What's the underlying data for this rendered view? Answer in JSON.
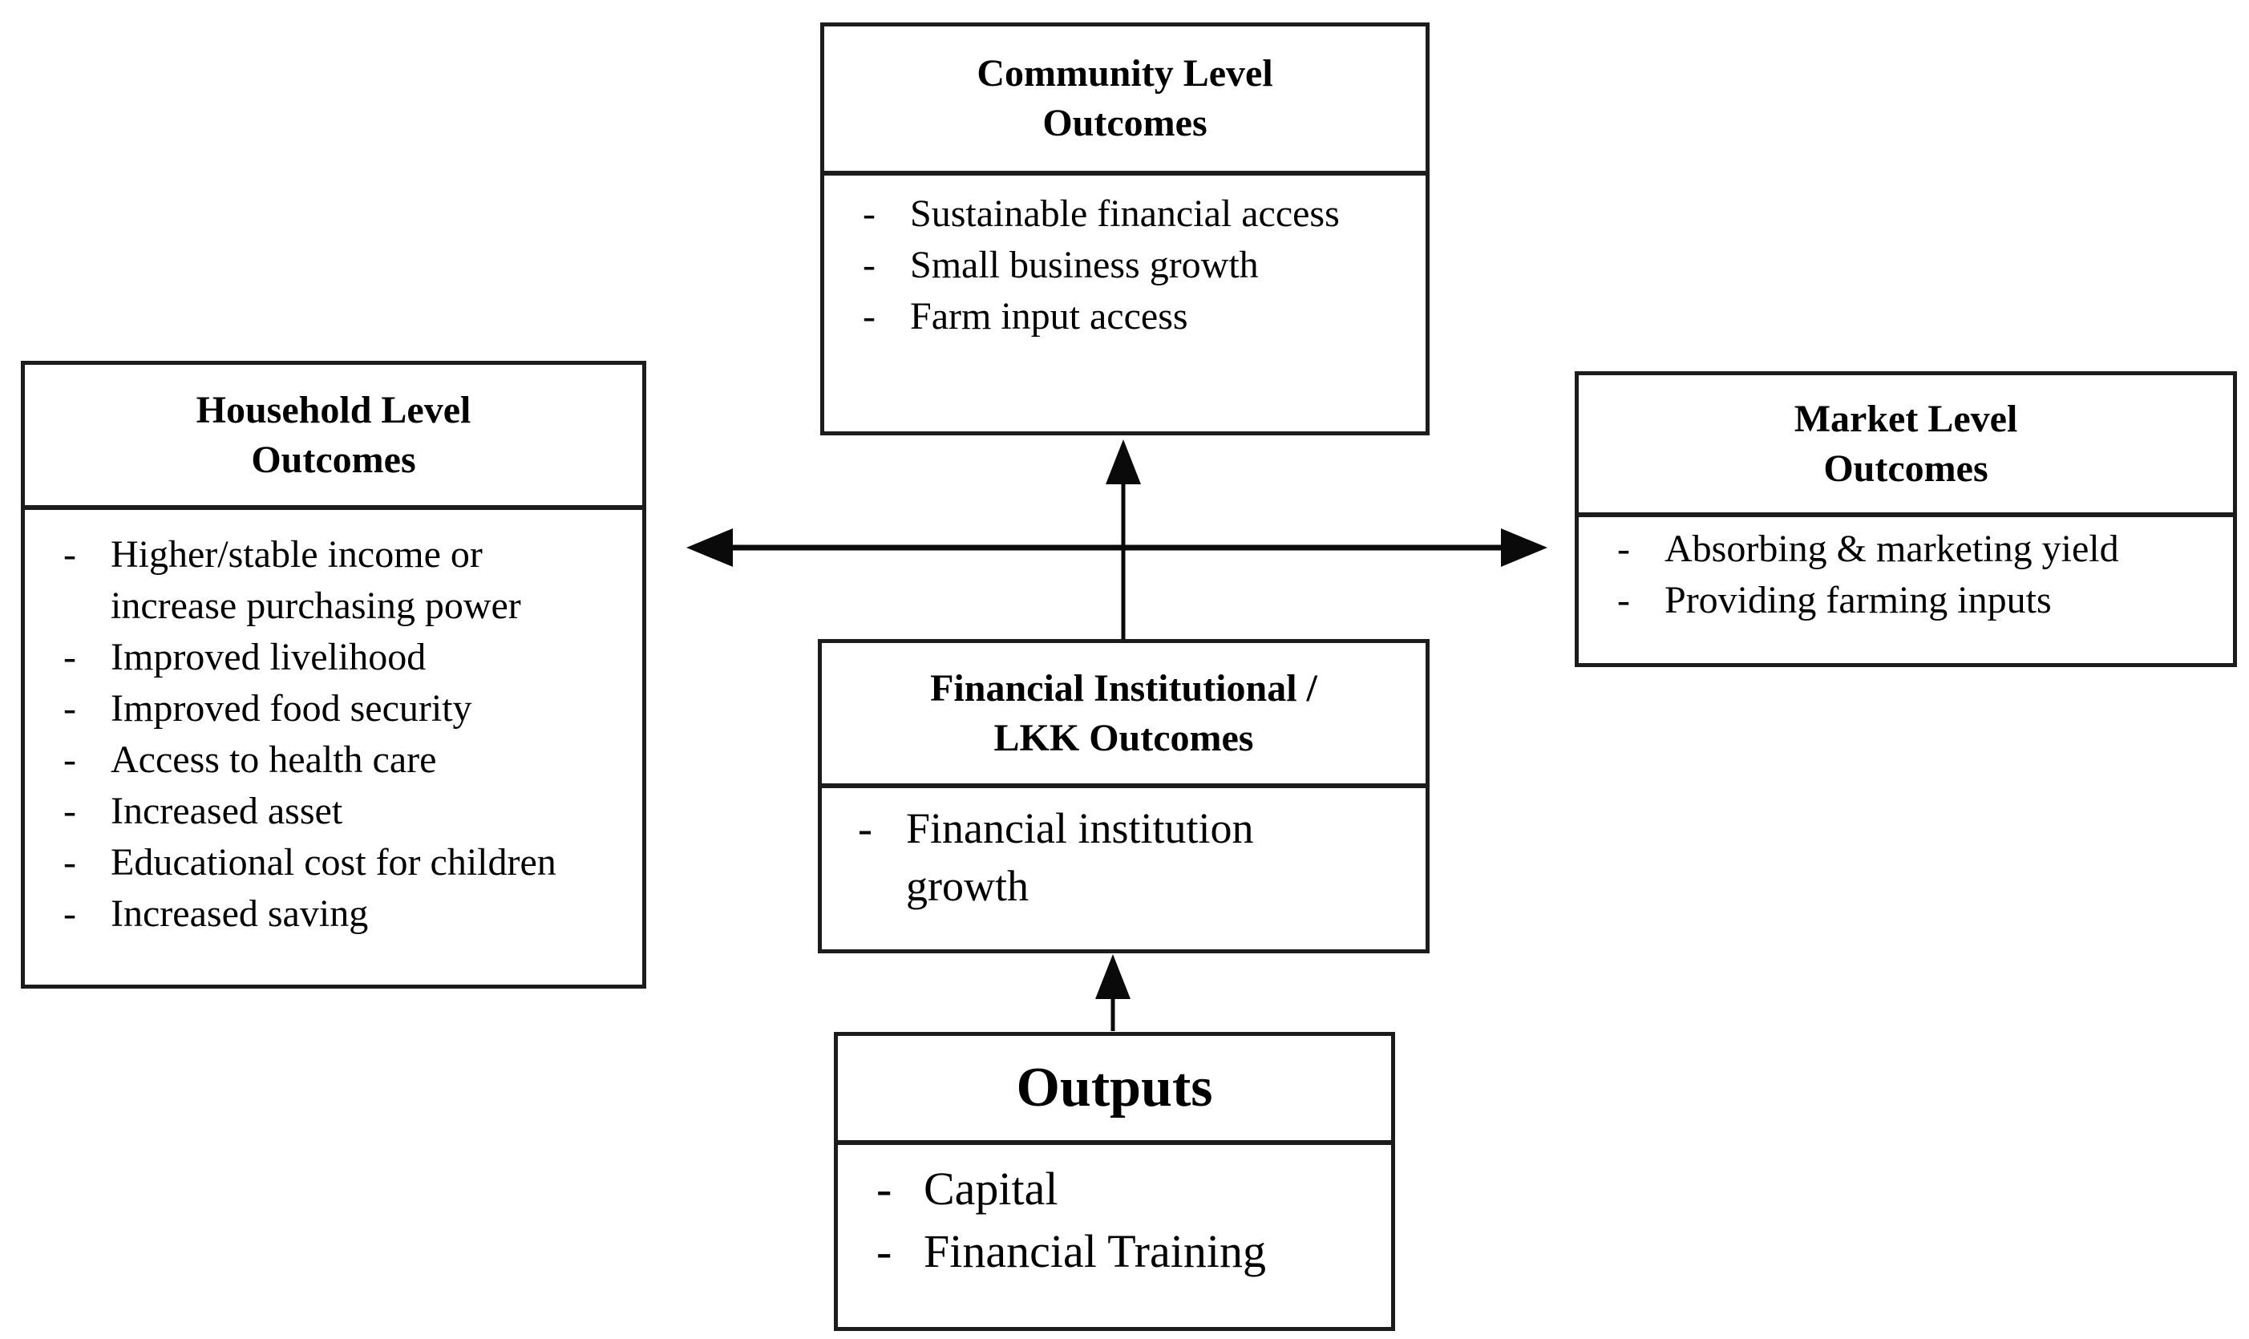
{
  "diagram": {
    "background_color": "#ffffff",
    "border_color": "#1c1c1c",
    "text_color": "#000000",
    "arrow_color": "#0a0a0a",
    "bullet_marker": "-",
    "boxes": {
      "community": {
        "title": "Community Level\nOutcomes",
        "items": [
          "Sustainable financial access",
          "Small business growth",
          "Farm input access"
        ]
      },
      "household": {
        "title": "Household Level\nOutcomes",
        "items": [
          "Higher/stable income or\nincrease purchasing power",
          "Improved livelihood",
          "Improved food security",
          "Access to health care",
          "Increased asset",
          "Educational cost for children",
          "Increased saving"
        ]
      },
      "market": {
        "title": "Market Level\nOutcomes",
        "items": [
          "Absorbing & marketing yield",
          "Providing farming inputs"
        ]
      },
      "financial": {
        "title": "Financial Institutional /\nLKK Outcomes",
        "items": [
          "Financial institution\ngrowth"
        ]
      },
      "outputs": {
        "title": "Outputs",
        "items": [
          "Capital",
          "Financial Training"
        ]
      }
    }
  }
}
